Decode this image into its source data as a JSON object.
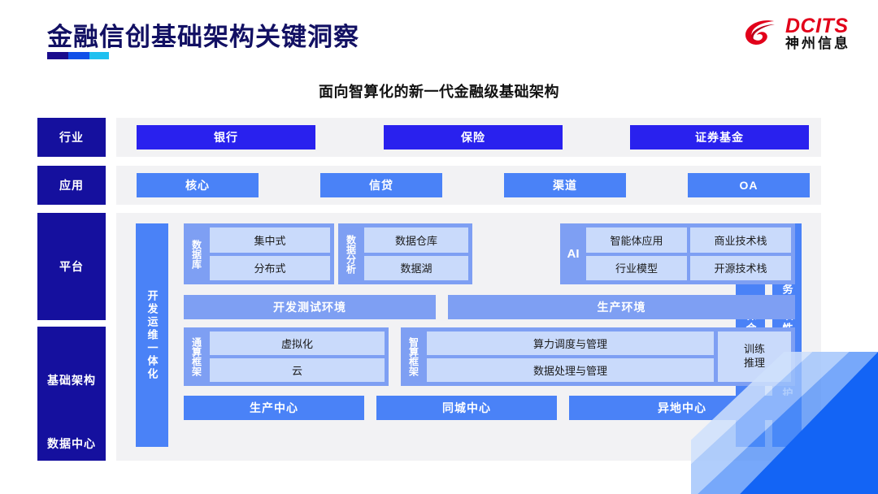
{
  "header": {
    "title": "金融信创基础架构关键洞察",
    "accent_colors": [
      "#1A0C8C",
      "#1050E8",
      "#1FC0F0"
    ],
    "logo": {
      "en": "DCITS",
      "cn": "神州信息",
      "color": "#E2001A"
    }
  },
  "subtitle": "面向智算化的新一代金融级基础架构",
  "diagram": {
    "sidebar": [
      {
        "label": "行业"
      },
      {
        "label": "应用"
      },
      {
        "label": "平台"
      },
      {
        "label": "基础架构"
      },
      {
        "label": "数据中心"
      }
    ],
    "industry_row": [
      "银行",
      "保险",
      "证券基金"
    ],
    "application_row": [
      "核心",
      "信贷",
      "渠道",
      "OA"
    ],
    "devops_bar": "开发运维一体化",
    "right_bars": [
      "等保合规安全",
      "业务连续性及数据保护"
    ],
    "groups": {
      "database": {
        "label": "数据库",
        "cells": [
          "集中式",
          "分布式"
        ]
      },
      "data_analysis": {
        "label": "数据分析",
        "cells": [
          "数据仓库",
          "数据湖"
        ]
      },
      "ai": {
        "label": "AI",
        "cells": [
          "智能体应用",
          "商业技术栈",
          "行业模型",
          "开源技术栈"
        ]
      },
      "general_compute": {
        "label": "通算框架",
        "cells": [
          "虚拟化",
          "云"
        ]
      },
      "intelligent_compute": {
        "label": "智算框架",
        "cells": [
          "算力调度与管理",
          "数据处理与管理"
        ],
        "side_cell": "训练\n推理"
      }
    },
    "environments": [
      "开发测试环境",
      "生产环境"
    ],
    "data_centers": [
      "生产中心",
      "同城中心",
      "异地中心"
    ]
  },
  "colors": {
    "navy": "#15109E",
    "industry_blue": "#2921EE",
    "app_blue": "#4A82F7",
    "group_blue": "#7E9FF3",
    "cell_blue": "#C9DAFB",
    "panel_gray": "#F2F2F4"
  }
}
